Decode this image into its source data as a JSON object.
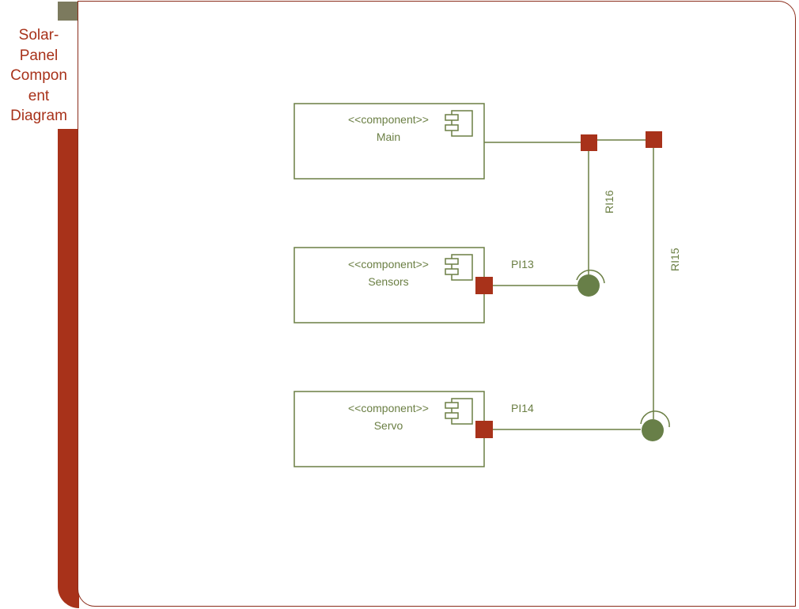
{
  "diagram_title_lines": [
    "Solar-",
    "Panel",
    "Compon",
    "ent",
    "Diagram"
  ],
  "stereotype": "<<component>>",
  "components": {
    "main": {
      "name": "Main"
    },
    "sensors": {
      "name": "Sensors"
    },
    "servo": {
      "name": "Servo"
    }
  },
  "interfaces": {
    "pi13": "PI13",
    "pi14": "PI14",
    "ri15": "RI15",
    "ri16": "RI16"
  },
  "colors": {
    "accent_red": "#a8321a",
    "line_green": "#6b7f44",
    "circle_green": "#687f48",
    "tab_gray": "#7c7a5e"
  }
}
